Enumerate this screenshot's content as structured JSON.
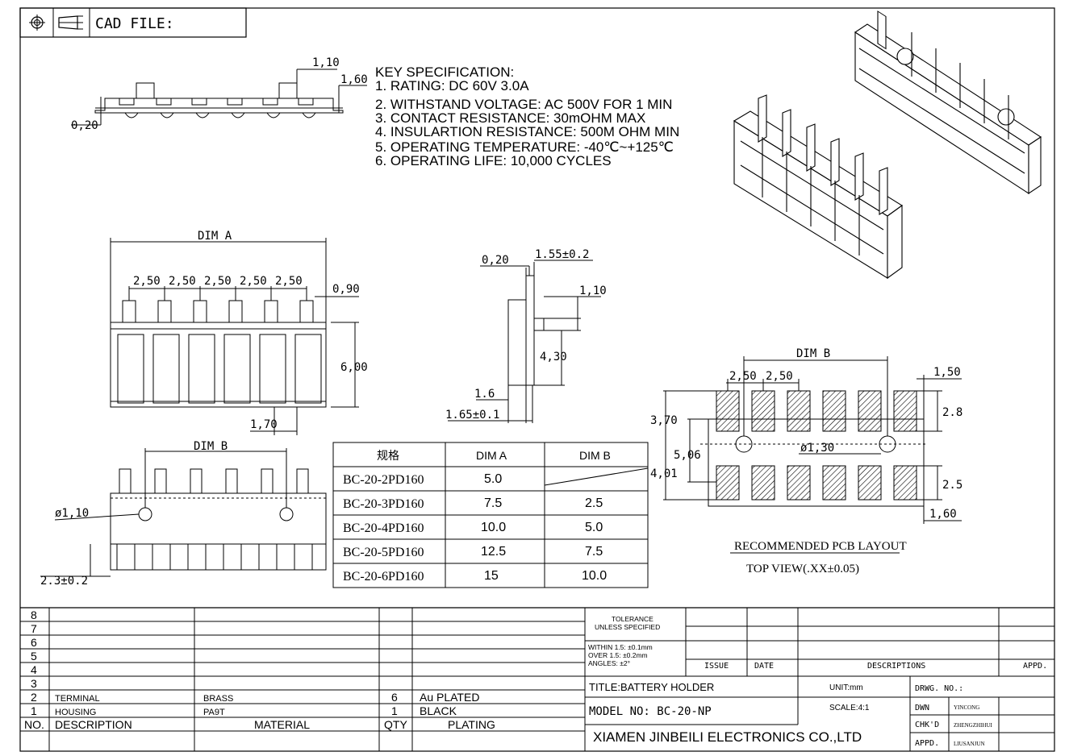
{
  "header": {
    "cad_file_label": "CAD FILE:"
  },
  "key_spec": {
    "title": "KEY SPECIFICATION:",
    "items": [
      "1. RATING: DC 60V 3.0A",
      "2. WITHSTAND VOLTAGE: AC 500V FOR 1 MIN",
      "3. CONTACT RESISTANCE: 30mOHM MAX",
      "4. INSULARTION RESISTANCE: 500M OHM MIN",
      "5. OPERATING TEMPERATURE: -40℃~+125℃",
      "6. OPERATING LIFE: 10,000 CYCLES"
    ]
  },
  "side_view_dims": {
    "d110": "1,10",
    "d160": "1,60",
    "d020": "0,20"
  },
  "top_view_dims": {
    "dim_a": "DIM A",
    "pitches": [
      "2,50",
      "2,50",
      "2,50",
      "2,50",
      "2,50"
    ],
    "d090": "0,90",
    "d600": "6,00",
    "d170": "1,70"
  },
  "section_view_dims": {
    "d020": "0,20",
    "d155": "1.55±0.2",
    "d110": "1,10",
    "d430": "4,30",
    "d16": "1.6",
    "d165": "1.65±0.1"
  },
  "bottom_view_dims": {
    "dim_b": "DIM B",
    "hole": "ø1,10",
    "d23": "2.3±0.2"
  },
  "dim_table": {
    "headers": [
      "规格",
      "DIM A",
      "DIM B"
    ],
    "rows": [
      [
        "BC-20-2PD160",
        "5.0",
        ""
      ],
      [
        "BC-20-3PD160",
        "7.5",
        "2.5"
      ],
      [
        "BC-20-4PD160",
        "10.0",
        "5.0"
      ],
      [
        "BC-20-5PD160",
        "12.5",
        "7.5"
      ],
      [
        "BC-20-6PD160",
        "15",
        "10.0"
      ]
    ]
  },
  "pcb_layout": {
    "dim_b": "DIM B",
    "d250a": "2,50",
    "d250b": "2,50",
    "d150": "1,50",
    "d28": "2.8",
    "d370": "3,70",
    "d506": "5,06",
    "d401": "4,01",
    "hole": "ø1,30",
    "d25": "2.5",
    "d160": "1,60",
    "caption1": "RECOMMENDED  PCB  LAYOUT",
    "caption2": "TOP  VIEW(.XX±0.05)"
  },
  "bom": {
    "rows": [
      {
        "no": "8",
        "desc": "",
        "material": "",
        "qty": "",
        "plating": ""
      },
      {
        "no": "7",
        "desc": "",
        "material": "",
        "qty": "",
        "plating": ""
      },
      {
        "no": "6",
        "desc": "",
        "material": "",
        "qty": "",
        "plating": ""
      },
      {
        "no": "5",
        "desc": "",
        "material": "",
        "qty": "",
        "plating": ""
      },
      {
        "no": "4",
        "desc": "",
        "material": "",
        "qty": "",
        "plating": ""
      },
      {
        "no": "3",
        "desc": "",
        "material": "",
        "qty": "",
        "plating": ""
      },
      {
        "no": "2",
        "desc": "TERMINAL",
        "material": "BRASS",
        "qty": "6",
        "plating": "Au PLATED"
      },
      {
        "no": "1",
        "desc": "HOUSING",
        "material": "PA9T",
        "qty": "1",
        "plating": "BLACK"
      }
    ],
    "header": {
      "no": "NO.",
      "desc": "DESCRIPTION",
      "material": "MATERIAL",
      "qty": "QTY",
      "plating": "PLATING"
    }
  },
  "title_block": {
    "tolerance_title": "TOLERANCE\nUNLESS SPECIFIED",
    "tol1": "WITHIN 1.5: ±0.1mm",
    "tol2": "OVER 1.5:  ±0.2mm",
    "tol3": "ANGLES: ±2°",
    "issue": "ISSUE",
    "date": "DATE",
    "descriptions": "DESCRIPTIONS",
    "appd": "APPD.",
    "title": "TITLE:BATTERY HOLDER",
    "unit": "UNIT:mm",
    "drwg_no": "DRWG. NO.:",
    "model": "MODEL NO: BC-20-NP",
    "scale": "SCALE:4:1",
    "dwn": "DWN",
    "dwn_name": "YINCONG",
    "chkd": "CHK'D",
    "chkd_name": "ZHENGZHIHUI",
    "appd2": "APPD.",
    "appd_name": "LIUSANJUN",
    "company": "XIAMEN JINBEILI ELECTRONICS CO.,LTD"
  }
}
